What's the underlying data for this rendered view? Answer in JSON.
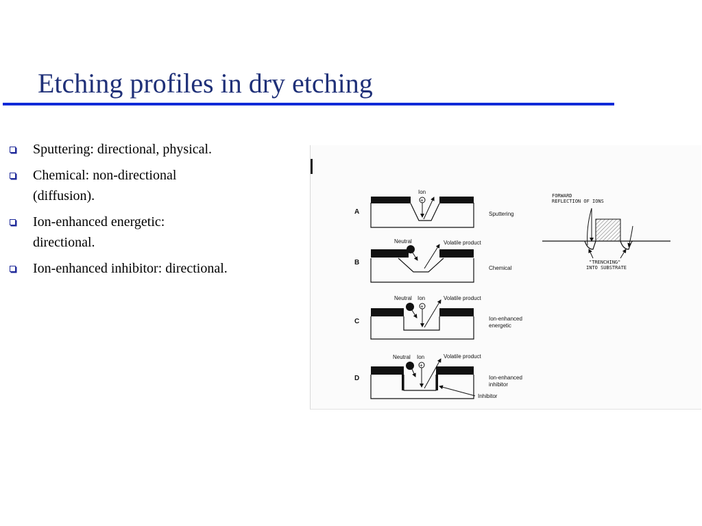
{
  "slide": {
    "title": "Etching profiles in dry etching",
    "bullets": [
      "Sputtering: directional, physical.",
      "Chemical: non-directional (diffusion).",
      "Ion-enhanced energetic: directional.",
      "Ion-enhanced inhibitor: directional."
    ]
  },
  "figure": {
    "rows": [
      {
        "letter": "A",
        "caption": "Sputtering",
        "ion": "Ion"
      },
      {
        "letter": "B",
        "caption": "Chemical",
        "neutral": "Neutral",
        "product": "Volatile product"
      },
      {
        "letter": "C",
        "caption_line1": "Ion-enhanced",
        "caption_line2": "energetic",
        "neutral": "Neutral",
        "ion": "Ion",
        "product": "Volatile product"
      },
      {
        "letter": "D",
        "caption_line1": "Ion-enhanced",
        "caption_line2": "inhibitor",
        "neutral": "Neutral",
        "ion": "Ion",
        "product": "Volatile product",
        "inhibitor": "Inhibitor"
      }
    ],
    "inset": {
      "top_line1": "FORWARD",
      "top_line2": "REFLECTION OF IONS",
      "bottom_line1": "\"TRENCHING\"",
      "bottom_line2": "INTO SUBSTRATE"
    }
  },
  "colors": {
    "title": "#1f3078",
    "rule": "#0d2ad8",
    "bullet_marker": "#1f2a9a"
  }
}
